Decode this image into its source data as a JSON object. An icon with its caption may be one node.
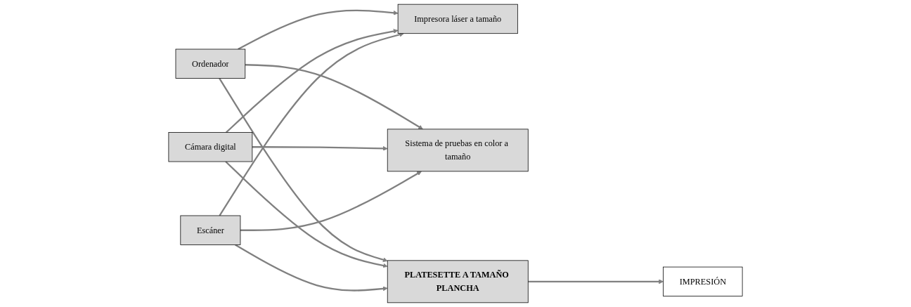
{
  "diagram": {
    "nodes": [
      {
        "text": [
          "Ordenador"
        ]
      },
      {
        "text": [
          "Cámara digital"
        ]
      },
      {
        "text": [
          "Escáner"
        ]
      },
      {
        "text": [
          "Impresora láser a tamaño"
        ]
      },
      {
        "text": [
          "Sistema de pruebas en color a tamaño"
        ]
      },
      {
        "text": [
          "PLATESETTE A TAMAÑO PLANCHA"
        ]
      },
      {
        "text": [
          "IMPRESIÓN"
        ]
      }
    ],
    "edges": [
      {
        "from": 0,
        "to": 5,
        "arrow": "to"
      },
      {
        "from": 0,
        "to": 3,
        "arrow": "to"
      },
      {
        "from": 0,
        "to": 4,
        "arrow": "to"
      },
      {
        "from": 1,
        "to": 5,
        "arrow": "to"
      },
      {
        "from": 1,
        "to": 3,
        "arrow": "to"
      },
      {
        "from": 1,
        "to": 4,
        "arrow": "to"
      },
      {
        "from": 2,
        "to": 5,
        "arrow": "to"
      },
      {
        "from": 2,
        "to": 3,
        "arrow": "to"
      },
      {
        "from": 2,
        "to": 4,
        "arrow": "to"
      },
      {
        "from": 5,
        "to": 6,
        "arrow": "to"
      }
    ]
  }
}
